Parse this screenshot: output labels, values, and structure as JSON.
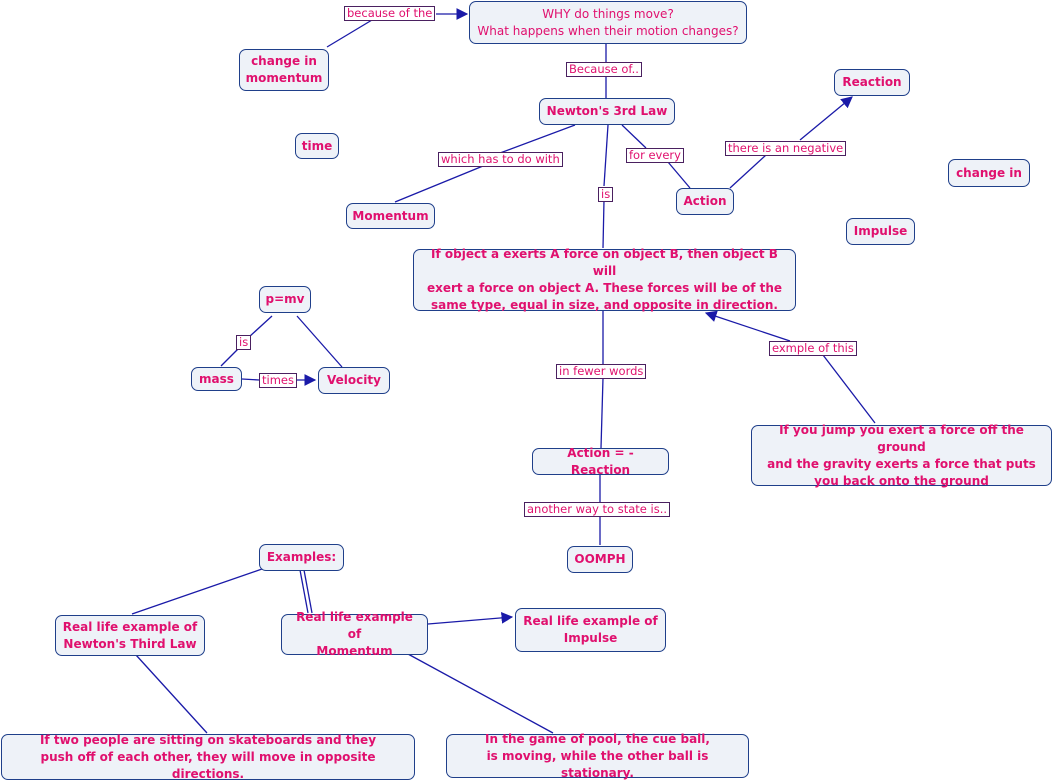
{
  "colors": {
    "text": "#e0106e",
    "node_border": "#1f3f8a",
    "node_fill": "#eef2f8",
    "link": "#1a1aa8"
  },
  "nodes": {
    "why": "WHY do things move?\nWhat happens when their motion changes?",
    "change_momentum": "change in\nmomentum",
    "newton3": "Newton's 3rd Law",
    "time": "time",
    "change_in": "change in",
    "reaction": "Reaction",
    "action": "Action",
    "momentum": "Momentum",
    "impulse": "Impulse",
    "law_statement": "If object a exerts A force on object B, then object B will\nexert a force on object A. These forces will be of the\nsame type, equal in size, and opposite in direction.",
    "pmv": "p=mv",
    "mass": "mass",
    "velocity": "Velocity",
    "action_reaction": "Action = -Reaction",
    "jump_example": "If you jump you exert a force off the ground\nand the gravity exerts a force that puts\nyou back onto the ground",
    "oomph": "OOMPH",
    "examples": "Examples:",
    "rl_newton": "Real life example of\nNewton's Third Law",
    "rl_momentum": "Real life example of\nMomentum",
    "rl_impulse": "Real life example of\nImpulse",
    "skateboards": "If two people are sitting on skateboards and they\npush off of each other, they will move in opposite directions.",
    "pool": "In the game of pool, the cue ball,\nis moving, while the other ball is stationary."
  },
  "links": {
    "because_of_the": "because of the",
    "because_of": "Because of..",
    "which_has": "which has to do with",
    "for_every": "for every",
    "negative": "there is an negative",
    "is_main": "is",
    "is_small": "is",
    "times": "times",
    "fewer_words": "in fewer words",
    "example_of_this": "exmple of this",
    "another_way": "another way to state is.."
  }
}
